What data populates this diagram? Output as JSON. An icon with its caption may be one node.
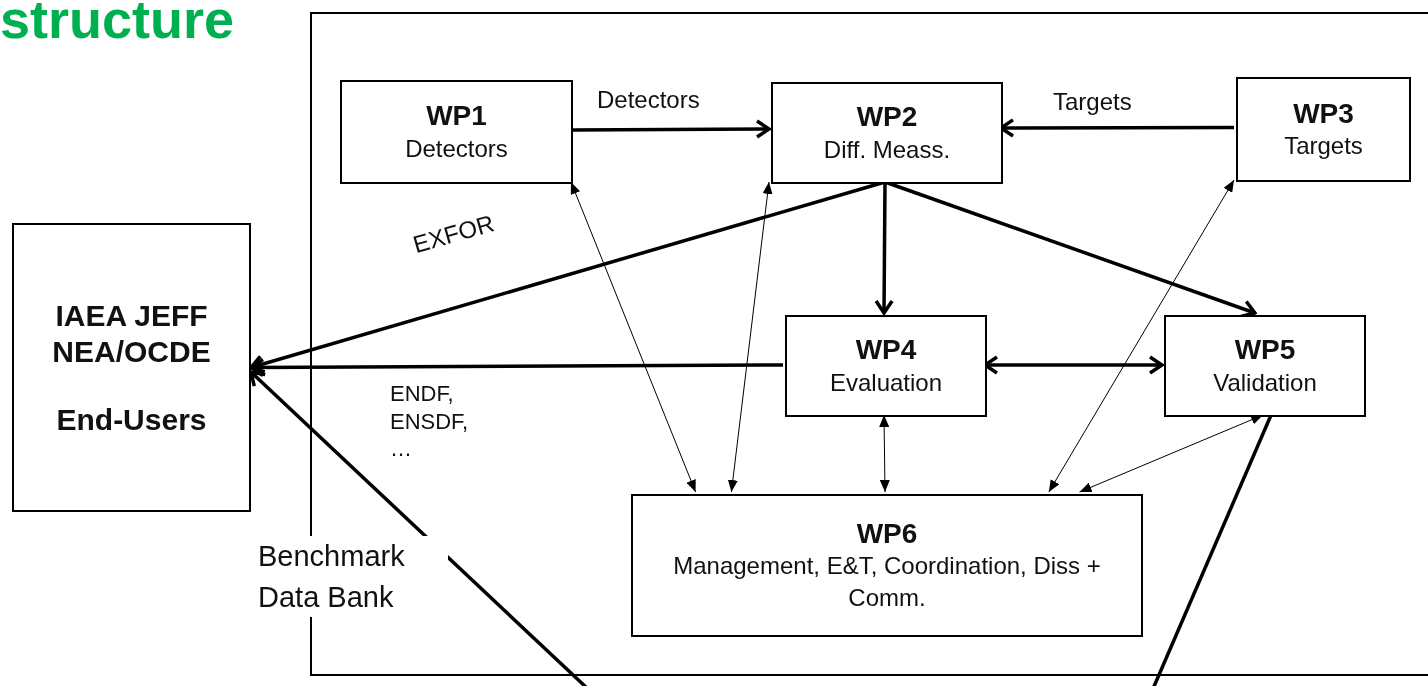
{
  "diagram": {
    "title": "structure",
    "nodes": [
      {
        "text": [],
        "shape": "box"
      },
      {
        "text": [
          "WP1",
          "Detectors"
        ],
        "in": 0
      },
      {
        "text": [
          "WP2",
          "Diff. Meass."
        ],
        "in": 0
      },
      {
        "text": [
          "WP3",
          "Targets"
        ],
        "in": 0
      },
      {
        "text": [
          "WP4",
          "Evaluation"
        ],
        "in": 0
      },
      {
        "text": [
          "WP5",
          "Validation"
        ],
        "in": 0
      },
      {
        "text": [
          "WP6",
          "Management,  E&T, Coordination,  Diss + Comm."
        ],
        "in": 0
      },
      {
        "text": [
          "IAEA JEFF NEA/OCDE",
          "End-Users"
        ]
      }
    ],
    "edges": [
      {
        "from": 1,
        "to": 2,
        "arrow": "to",
        "label": "Detectors"
      },
      {
        "from": 3,
        "to": 2,
        "arrow": "to",
        "label": "Targets"
      },
      {
        "from": 2,
        "to": 4,
        "arrow": "to"
      },
      {
        "from": 2,
        "to": 5,
        "arrow": "to"
      },
      {
        "from": 2,
        "to": 7,
        "arrow": "to",
        "label": "EXFOR"
      },
      {
        "from": 4,
        "to": 7,
        "arrow": "to",
        "label": "ENDF, ENSDF, …"
      },
      {
        "from": 4,
        "to": 5,
        "arrow": "both"
      },
      {
        "from": 1,
        "to": 6,
        "arrow": "both"
      },
      {
        "from": 2,
        "to": 6,
        "arrow": "both"
      },
      {
        "from": 3,
        "to": 6,
        "arrow": "both"
      },
      {
        "from": 4,
        "to": 6,
        "arrow": "both"
      },
      {
        "from": 5,
        "to": 6,
        "arrow": "both"
      },
      {
        "from": null,
        "to": 7,
        "arrow": "to"
      },
      {
        "from": 5,
        "to": null,
        "arrow": "none"
      }
    ],
    "labels": [
      "Benchmark Data Bank"
    ]
  }
}
